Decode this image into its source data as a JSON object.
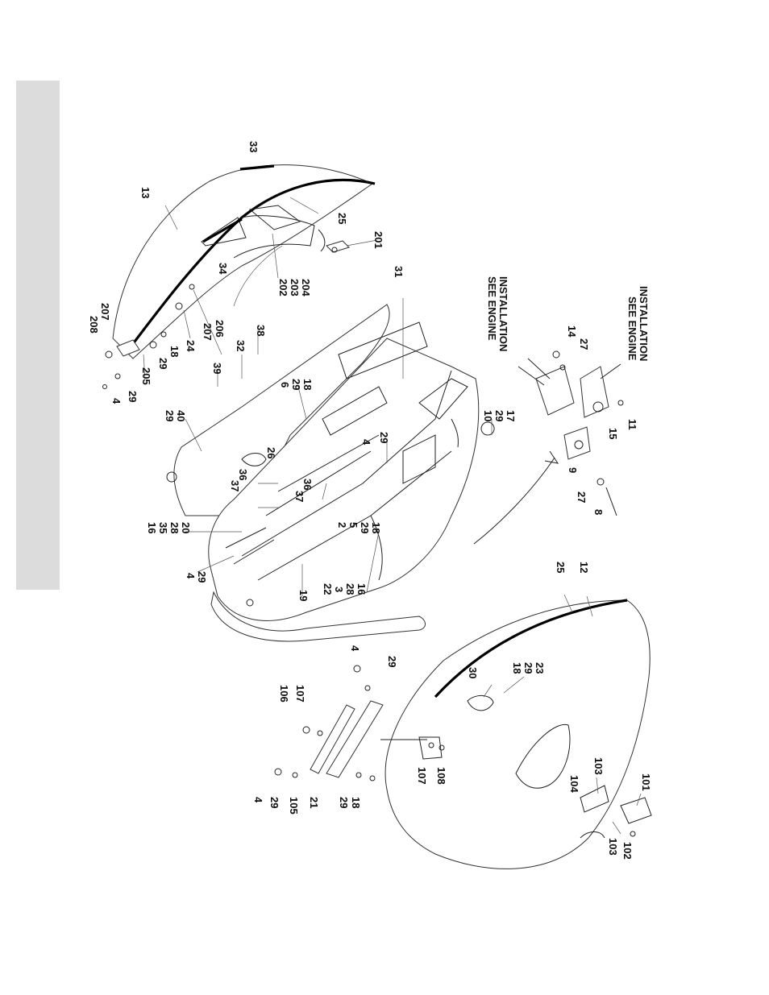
{
  "sidebar": {
    "color": "#dcdcdc"
  },
  "callouts": {
    "c13": "13",
    "c33": "33",
    "c25a": "25",
    "c201": "201",
    "c202": "202",
    "c203": "203",
    "c204": "204",
    "c34": "34",
    "c206": "206",
    "c207a": "207",
    "c24": "24",
    "c18a": "18",
    "c29a": "29",
    "c205": "205",
    "c208": "208",
    "c207b": "207",
    "c4a": "4",
    "c29b": "29",
    "c31": "31",
    "c38": "38",
    "c32": "32",
    "c39": "39",
    "c6": "6",
    "c29c": "29",
    "c18b": "18",
    "c29d": "29",
    "c40": "40",
    "c10": "10",
    "c29e": "29",
    "c17": "17",
    "c4b": "4",
    "c29f": "29",
    "c26": "26",
    "c36a": "36",
    "c37a": "37",
    "c36b": "36",
    "c37b": "37",
    "c16": "16",
    "c35": "35",
    "c28a": "28",
    "c20": "20",
    "c2": "2",
    "c5": "5",
    "c29g": "29",
    "c18c": "18",
    "c4c": "4",
    "c29h": "29",
    "c19": "19",
    "c22": "22",
    "c3": "3",
    "c28b": "28",
    "c16b": "16",
    "c14": "14",
    "c27a": "27",
    "c11": "11",
    "c15": "15",
    "c9": "9",
    "c27b": "27",
    "c8": "8",
    "see1": "SEE ENGINE",
    "inst1": "INSTALLATION",
    "see2": "SEE ENGINE",
    "inst2": "INSTALLATION",
    "c25b": "25",
    "c12": "12",
    "c30": "30",
    "c18d": "18",
    "c29i": "29",
    "c23": "23",
    "c4d": "4",
    "c29j": "29",
    "c106": "106",
    "c107a": "107",
    "c4e": "4",
    "c29k": "29",
    "c105": "105",
    "c21": "21",
    "c29l": "29",
    "c18e": "18",
    "c107b": "107",
    "c108": "108",
    "c104": "104",
    "c103a": "103",
    "c101": "101",
    "c103b": "103",
    "c102": "102"
  }
}
